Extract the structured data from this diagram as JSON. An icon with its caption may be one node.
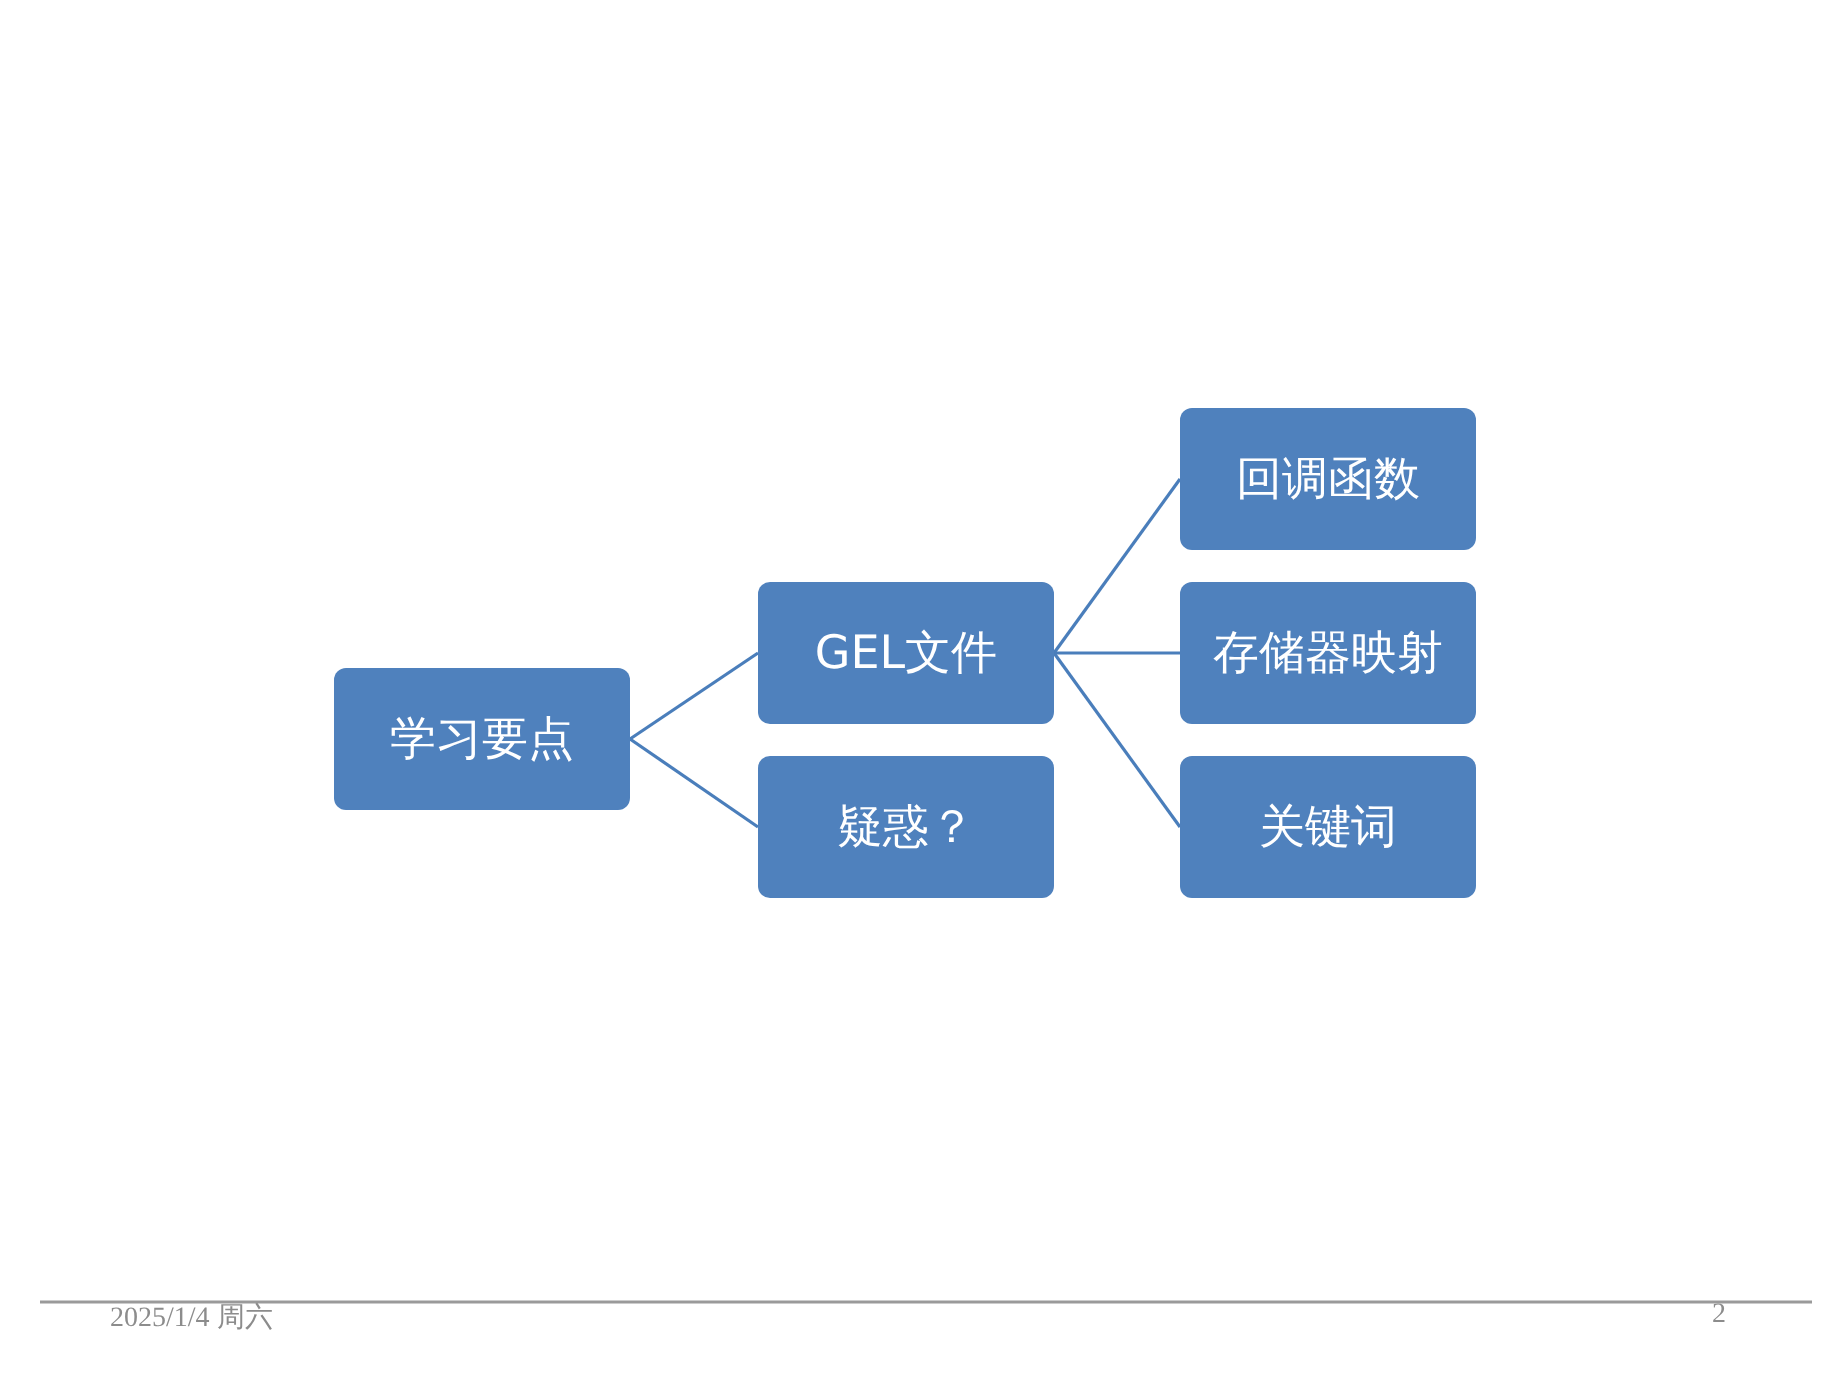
{
  "diagram": {
    "nodes": [
      {
        "text": [
          "学习要点"
        ]
      },
      {
        "text": [
          "GEL文件"
        ]
      },
      {
        "text": [
          "疑惑？"
        ]
      },
      {
        "text": [
          "回调函数"
        ]
      },
      {
        "text": [
          "存储器映射"
        ]
      },
      {
        "text": [
          "关键词"
        ]
      }
    ],
    "edges": [
      {
        "from": 0,
        "to": 1,
        "arrow": "none"
      },
      {
        "from": 0,
        "to": 2,
        "arrow": "none"
      },
      {
        "from": 1,
        "to": 3,
        "arrow": "none"
      },
      {
        "from": 1,
        "to": 4,
        "arrow": "none"
      },
      {
        "from": 1,
        "to": 5,
        "arrow": "none"
      }
    ],
    "labels": [
      "2025/1/4 周六",
      "2"
    ]
  }
}
